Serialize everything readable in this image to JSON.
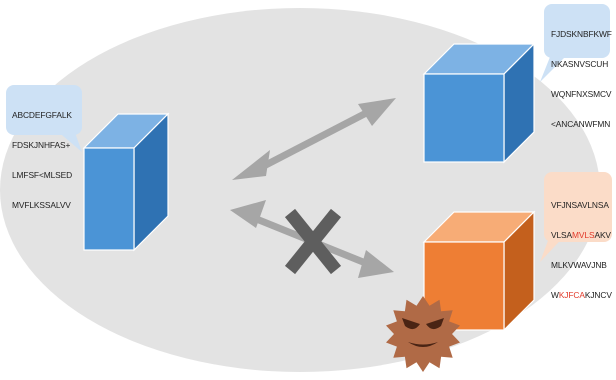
{
  "colors": {
    "background_ellipse": "#e3e3e3",
    "blue_cube_front": "#4b94d6",
    "blue_cube_top": "#7db2e4",
    "blue_cube_side": "#2f72b3",
    "orange_cube_front": "#ee7e34",
    "orange_cube_top": "#f7ac76",
    "orange_cube_side": "#c4601d",
    "blue_bubble": "#cde1f5",
    "orange_bubble": "#fbdcc8",
    "arrow": "#a6a6a6",
    "cross": "#5e5e5e",
    "virus": "#b06a46",
    "highlight_text": "#e23a2a"
  },
  "left_node": {
    "sequence_lines": [
      "ABCDEFGFALK",
      "FDSKJNHFAS+",
      "LMFSF<MLSED",
      "MVFLKSSALVV"
    ]
  },
  "top_right_node": {
    "sequence_lines": [
      "FJDSKNBFKWF",
      "NKASNVSCUH",
      "WQNFNXSMCV",
      "<ANCANWFMN"
    ]
  },
  "bottom_right_node": {
    "sequence_lines": [
      [
        {
          "t": "VFJNSAVLNSA",
          "hl": false
        }
      ],
      [
        {
          "t": "VLSA",
          "hl": false
        },
        {
          "t": "MVLS",
          "hl": true
        },
        {
          "t": "AKV",
          "hl": false
        }
      ],
      [
        {
          "t": "MLKVWAVJNB",
          "hl": false
        }
      ],
      [
        {
          "t": "W",
          "hl": false
        },
        {
          "t": "KJFCA",
          "hl": true
        },
        {
          "t": "KJNCV",
          "hl": false
        }
      ]
    ]
  },
  "connections": [
    {
      "from": "left_node",
      "to": "top_right_node",
      "style": "bidirectional-arrow",
      "blocked": false
    },
    {
      "from": "left_node",
      "to": "bottom_right_node",
      "style": "bidirectional-arrow",
      "blocked": true
    }
  ],
  "icons": {
    "cross": "cross-icon",
    "virus": "virus-icon"
  }
}
